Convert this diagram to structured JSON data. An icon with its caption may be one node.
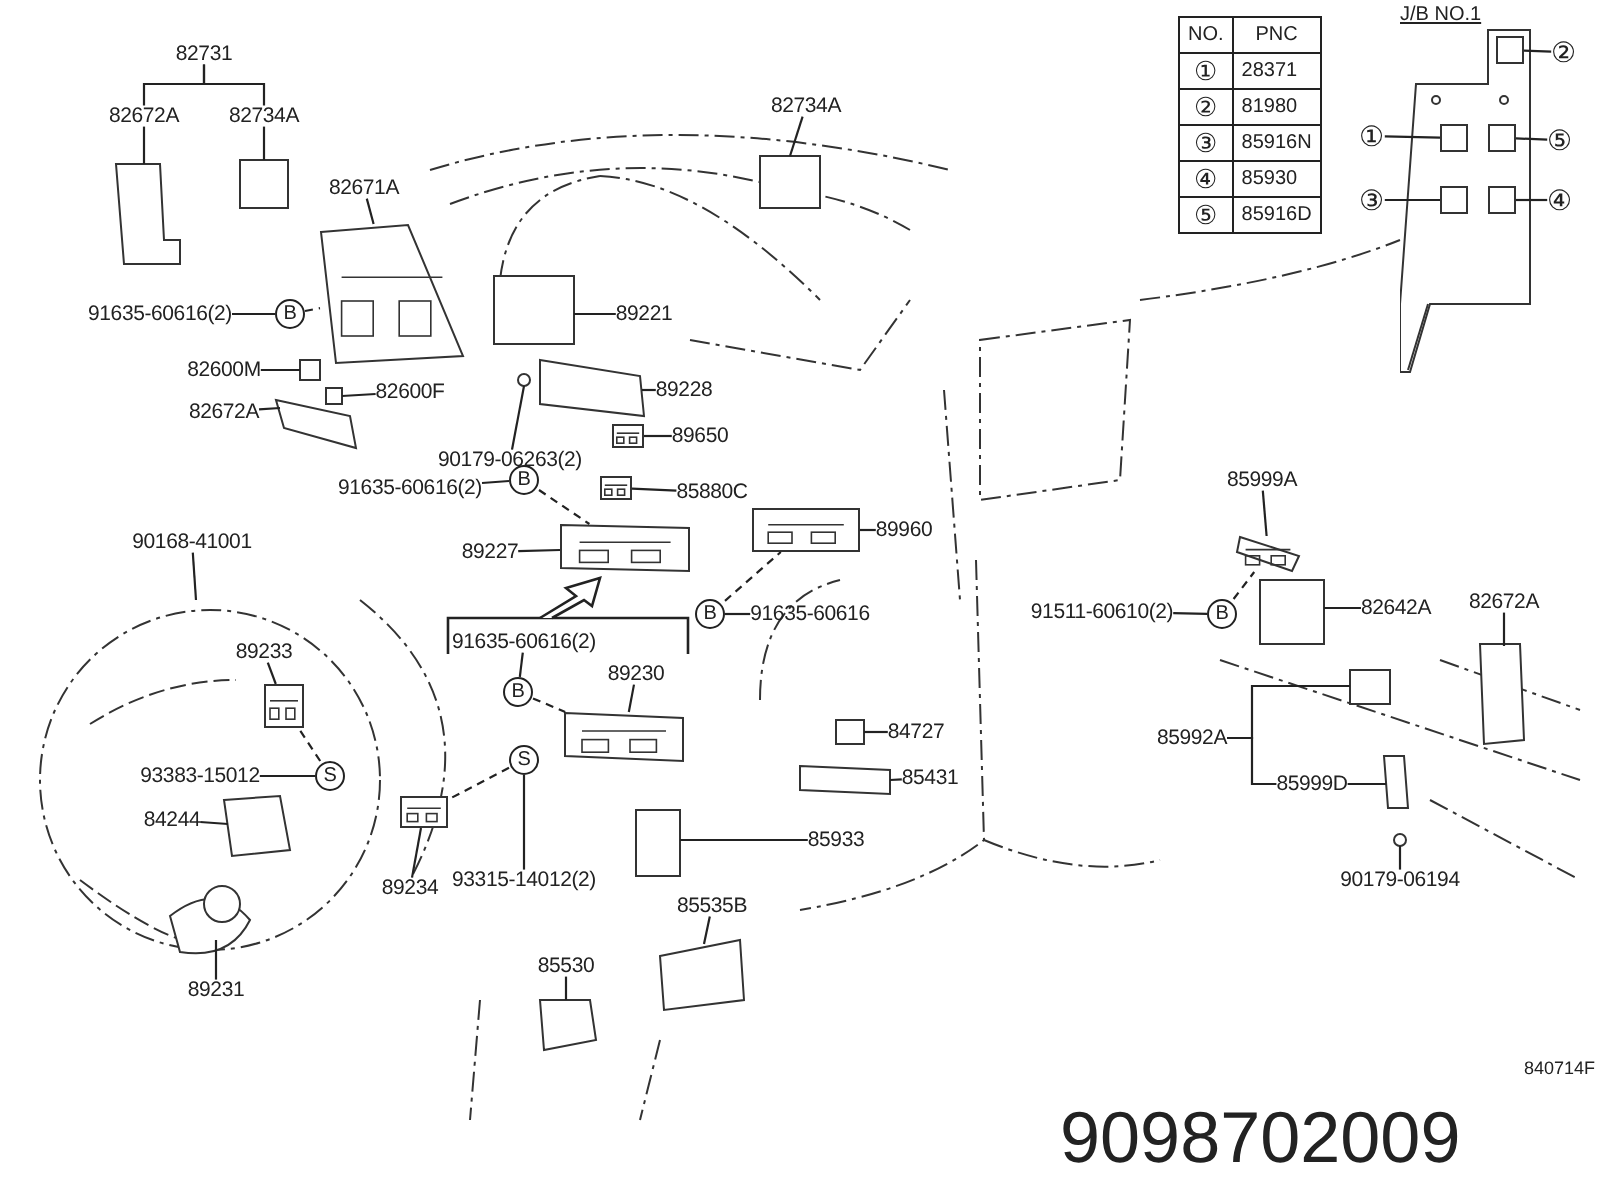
{
  "diagram": {
    "nodes": [
      {
        "text": [
          "82731"
        ]
      },
      {
        "text": [
          "82672A"
        ]
      },
      {
        "text": [
          "82734A"
        ]
      },
      {
        "text": [
          "82671A"
        ]
      },
      {
        "text": [
          "91635-60616(2)"
        ]
      },
      {
        "text": [
          "B"
        ]
      },
      {
        "text": [
          "82600M"
        ]
      },
      {
        "text": [
          "82600F"
        ]
      },
      {
        "text": [
          "82672A"
        ]
      },
      {
        "text": [
          "90179-06263(2)"
        ]
      },
      {
        "text": [
          "82734A"
        ]
      },
      {
        "text": [
          "89221"
        ]
      },
      {
        "text": [
          "89228"
        ]
      },
      {
        "text": [
          "89650"
        ]
      },
      {
        "text": [
          "85880C"
        ]
      },
      {
        "text": [
          "91635-60616(2)"
        ]
      },
      {
        "text": [
          "B"
        ]
      },
      {
        "text": [
          "89227"
        ]
      },
      {
        "text": [
          "89960"
        ]
      },
      {
        "text": [
          "B"
        ]
      },
      {
        "text": [
          "91635-60616"
        ]
      },
      {
        "text": [
          "90168-41001"
        ]
      },
      {
        "text": [
          "89233"
        ]
      },
      {
        "text": [
          "91635-60616(2)"
        ]
      },
      {
        "text": [
          "B"
        ]
      },
      {
        "text": [
          "89230"
        ]
      },
      {
        "text": [
          "93383-15012"
        ]
      },
      {
        "text": [
          "S"
        ]
      },
      {
        "text": [
          "84244"
        ]
      },
      {
        "text": [
          "89234"
        ]
      },
      {
        "text": [
          "S"
        ]
      },
      {
        "text": [
          "93315-14012(2)"
        ]
      },
      {
        "text": [
          "89231"
        ]
      },
      {
        "text": [
          "84727"
        ]
      },
      {
        "text": [
          "85431"
        ]
      },
      {
        "text": [
          "85933"
        ]
      },
      {
        "text": [
          "85535B"
        ]
      },
      {
        "text": [
          "85530"
        ]
      },
      {
        "text": [
          "85999A"
        ]
      },
      {
        "text": [
          "91511-60610(2)"
        ]
      },
      {
        "text": [
          "B"
        ]
      },
      {
        "text": [
          "82642A"
        ]
      },
      {
        "text": [
          "82672A"
        ]
      },
      {
        "text": [
          "85992A"
        ]
      },
      {
        "text": [
          "85999D"
        ]
      },
      {
        "text": [
          "90179-06194"
        ]
      },
      {
        "text": [
          "①"
        ]
      },
      {
        "text": [
          "②"
        ]
      },
      {
        "text": [
          "③"
        ]
      },
      {
        "text": [
          "④"
        ]
      },
      {
        "text": [
          "⑤"
        ]
      },
      {
        "text": [
          "J/B NO.1"
        ]
      },
      {
        "text": [],
        "shape": "box",
        "in": 51
      },
      {
        "text": [],
        "shape": "box",
        "in": 51
      },
      {
        "text": [],
        "shape": "box",
        "in": 51
      },
      {
        "text": [],
        "shape": "box",
        "in": 51
      },
      {
        "text": [],
        "shape": "box",
        "in": 51
      },
      {
        "text": [],
        "shape": "picture"
      },
      {
        "text": [],
        "shape": "picture"
      },
      {
        "text": [],
        "shape": "picture"
      },
      {
        "text": [],
        "shape": "picture"
      },
      {
        "text": [],
        "shape": "picture"
      },
      {
        "text": [],
        "shape": "picture"
      },
      {
        "text": [],
        "shape": "picture"
      },
      {
        "text": [],
        "shape": "picture"
      },
      {
        "text": [],
        "shape": "picture"
      }
    ],
    "edges": [
      {
        "from": 0,
        "to": 1,
        "arrow": "none"
      },
      {
        "from": 0,
        "to": 2,
        "arrow": "none"
      },
      {
        "from": 1,
        "to": null,
        "arrow": "none"
      },
      {
        "from": 2,
        "to": null,
        "arrow": "none"
      },
      {
        "from": 3,
        "to": 57,
        "arrow": "none"
      },
      {
        "from": 4,
        "to": 5,
        "arrow": "none"
      },
      {
        "from": 5,
        "to": 57,
        "arrow": "none",
        "style": "dashed"
      },
      {
        "from": 6,
        "to": null,
        "arrow": "none"
      },
      {
        "from": 7,
        "to": null,
        "arrow": "none"
      },
      {
        "from": 8,
        "to": null,
        "arrow": "none"
      },
      {
        "from": 9,
        "to": null,
        "arrow": "none"
      },
      {
        "from": 10,
        "to": null,
        "arrow": "none"
      },
      {
        "from": 11,
        "to": null,
        "arrow": "none"
      },
      {
        "from": 12,
        "to": null,
        "arrow": "none"
      },
      {
        "from": 13,
        "to": 64,
        "arrow": "none"
      },
      {
        "from": 14,
        "to": 65,
        "arrow": "none"
      },
      {
        "from": 15,
        "to": 16,
        "arrow": "none"
      },
      {
        "from": 16,
        "to": 59,
        "arrow": "none",
        "style": "dashed"
      },
      {
        "from": 17,
        "to": 59,
        "arrow": "none"
      },
      {
        "from": 18,
        "to": 58,
        "arrow": "none"
      },
      {
        "from": 20,
        "to": 19,
        "arrow": "none"
      },
      {
        "from": 19,
        "to": 58,
        "arrow": "none",
        "style": "dashed"
      },
      {
        "from": 21,
        "to": null,
        "arrow": "none"
      },
      {
        "from": 22,
        "to": 61,
        "arrow": "none"
      },
      {
        "from": 23,
        "to": 24,
        "arrow": "none"
      },
      {
        "from": 24,
        "to": 62,
        "arrow": "none",
        "style": "dashed"
      },
      {
        "from": 25,
        "to": 62,
        "arrow": "none"
      },
      {
        "from": 26,
        "to": 27,
        "arrow": "none"
      },
      {
        "from": 27,
        "to": 61,
        "arrow": "none",
        "style": "dashed"
      },
      {
        "from": 28,
        "to": null,
        "arrow": "none"
      },
      {
        "from": 29,
        "to": 63,
        "arrow": "none"
      },
      {
        "from": 31,
        "to": 30,
        "arrow": "none"
      },
      {
        "from": 30,
        "to": 63,
        "arrow": "none",
        "style": "dashed"
      },
      {
        "from": 32,
        "to": null,
        "arrow": "none"
      },
      {
        "from": 33,
        "to": null,
        "arrow": "none"
      },
      {
        "from": 34,
        "to": null,
        "arrow": "none"
      },
      {
        "from": 35,
        "to": null,
        "arrow": "none"
      },
      {
        "from": 36,
        "to": null,
        "arrow": "none"
      },
      {
        "from": 37,
        "to": null,
        "arrow": "none"
      },
      {
        "from": 38,
        "to": 60,
        "arrow": "none"
      },
      {
        "from": 39,
        "to": 40,
        "arrow": "none"
      },
      {
        "from": 40,
        "to": 60,
        "arrow": "none",
        "style": "dashed"
      },
      {
        "from": 41,
        "to": null,
        "arrow": "none"
      },
      {
        "from": 42,
        "to": null,
        "arrow": "none"
      },
      {
        "from": 43,
        "to": null,
        "arrow": "none"
      },
      {
        "from": 43,
        "to": 44,
        "arrow": "none"
      },
      {
        "from": 44,
        "to": null,
        "arrow": "none"
      },
      {
        "from": 45,
        "to": null,
        "arrow": "none"
      },
      {
        "from": 46,
        "to": 53,
        "arrow": "none"
      },
      {
        "from": 47,
        "to": 52,
        "arrow": "none"
      },
      {
        "from": 48,
        "to": 55,
        "arrow": "none"
      },
      {
        "from": 49,
        "to": 56,
        "arrow": "none"
      },
      {
        "from": 50,
        "to": 54,
        "arrow": "none"
      }
    ],
    "labels": [
      "NO.",
      "PNC",
      "①",
      "28371",
      "②",
      "81980",
      "③",
      "85916N",
      "④",
      "85930",
      "⑤",
      "85916D",
      "840714F",
      "9098702009"
    ]
  }
}
